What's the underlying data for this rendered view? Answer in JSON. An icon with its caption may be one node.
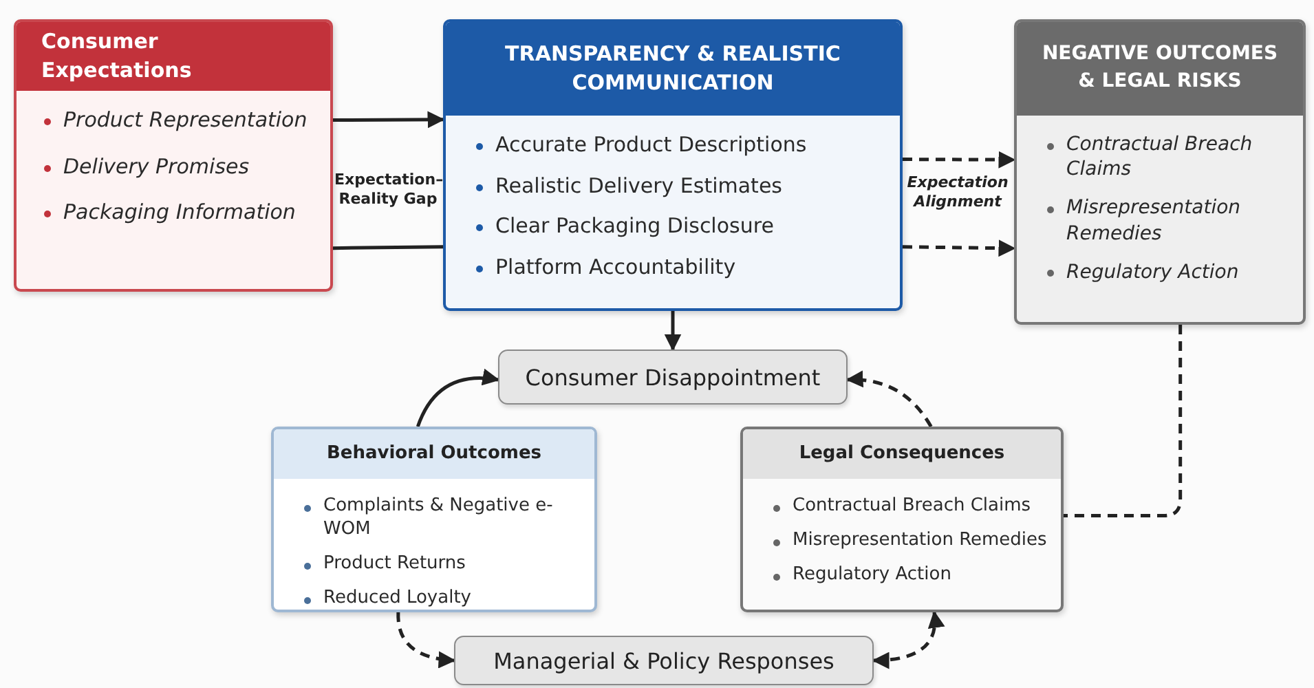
{
  "diagram": {
    "nodes": [
      {
        "text": [
          "Consumer Expectations",
          "Product Representation",
          "Delivery Promises",
          "Packaging Information"
        ]
      },
      {
        "text": [
          "TRANSPARENCY & REALISTIC COMMUNICATION",
          "Accurate Product Descriptions",
          "Realistic Delivery Estimates",
          "Clear Packaging Disclosure",
          "Platform Accountability"
        ]
      },
      {
        "text": [
          "NEGATIVE OUTCOMES & LEGAL RISKS",
          "Contractual Breach Claims",
          "Misrepresentation Remedies",
          "Regulatory Action"
        ]
      },
      {
        "text": [
          "Consumer Disappointment"
        ]
      },
      {
        "text": [
          "Behavioral Outcomes",
          "Complaints & Negative e-WOM",
          "Product Returns",
          "Reduced Loyalty"
        ]
      },
      {
        "text": [
          "Legal Consequences",
          "Contractual Breach Claims",
          "Misrepresentation Remedies",
          "Regulatory Action"
        ]
      },
      {
        "text": [
          "Managerial & Policy Responses"
        ]
      }
    ],
    "edges": [
      {
        "from": 0,
        "to": 1,
        "arrow": "to"
      },
      {
        "from": 0,
        "to": 1,
        "arrow": "none"
      },
      {
        "from": 1,
        "to": 2,
        "arrow": "to",
        "style": "dashed"
      },
      {
        "from": 1,
        "to": 2,
        "arrow": "to",
        "style": "dashed"
      },
      {
        "from": 1,
        "to": 3,
        "arrow": "to"
      },
      {
        "from": 4,
        "to": 3,
        "arrow": "to"
      },
      {
        "from": 5,
        "to": 3,
        "arrow": "to",
        "style": "dashed"
      },
      {
        "from": 4,
        "to": 6,
        "arrow": "to",
        "style": "dashed"
      },
      {
        "from": 6,
        "to": 5,
        "arrow": "both",
        "style": "dashed"
      },
      {
        "from": 2,
        "to": 5,
        "arrow": "none",
        "style": "dashed"
      }
    ],
    "labels": [
      "Expectation–Reality Gap",
      "Expectation Alignment"
    ]
  }
}
